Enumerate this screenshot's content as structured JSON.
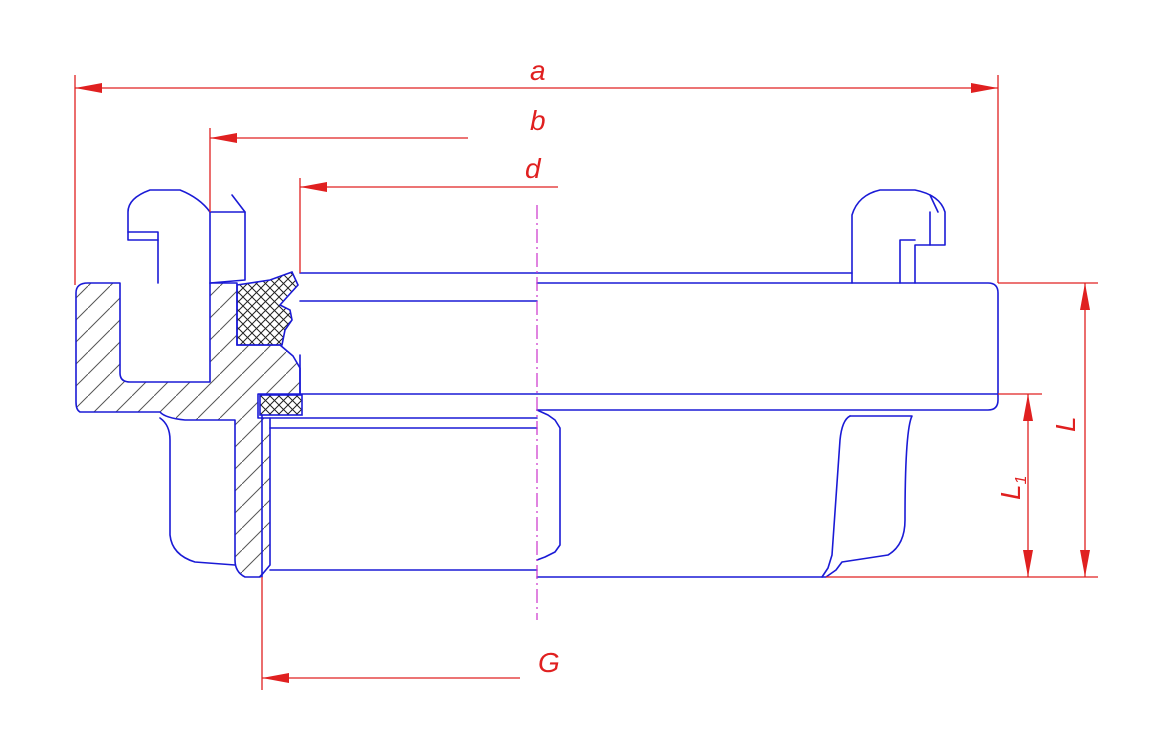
{
  "dimensions": {
    "a": "a",
    "b": "b",
    "d": "d",
    "G": "G",
    "L": "L",
    "L1_main": "L",
    "L1_sub": "1"
  },
  "colors": {
    "outline": "#1a1ad6",
    "dimension": "#e02020",
    "centerline": "#cc33cc"
  }
}
